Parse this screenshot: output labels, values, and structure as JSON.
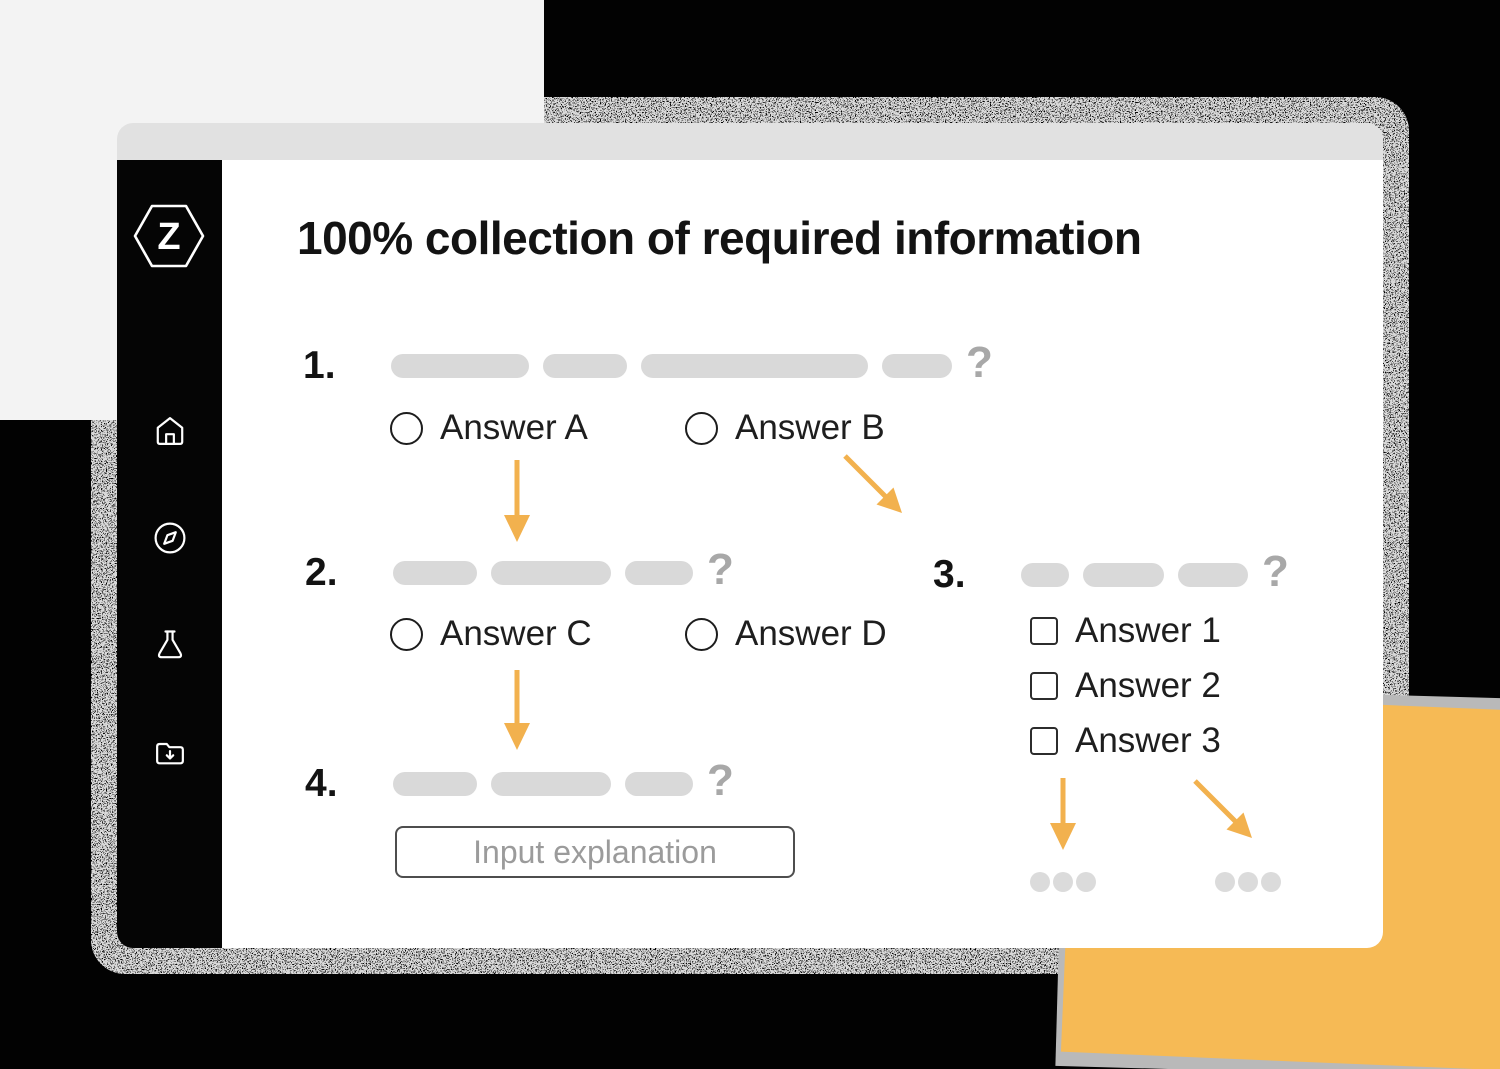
{
  "brand": {
    "logo_letter": "Z",
    "logo_icon": "hexagon-z-logo"
  },
  "sidebar": {
    "icons": [
      {
        "name": "home-icon"
      },
      {
        "name": "compass-icon"
      },
      {
        "name": "flask-icon"
      },
      {
        "name": "folder-download-icon"
      }
    ]
  },
  "main": {
    "heading": "100% collection of required information",
    "questions": [
      {
        "number": "1.",
        "suffix": "?",
        "type": "radio",
        "options": [
          "Answer A",
          "Answer B"
        ]
      },
      {
        "number": "2.",
        "suffix": "?",
        "type": "radio",
        "options": [
          "Answer C",
          "Answer D"
        ]
      },
      {
        "number": "3.",
        "suffix": "?",
        "type": "checkbox",
        "options": [
          "Answer 1",
          "Answer 2",
          "Answer 3"
        ]
      },
      {
        "number": "4.",
        "suffix": "?",
        "type": "text",
        "placeholder": "Input explanation"
      }
    ],
    "branch_arrows": 5,
    "ellipsis_groups": 2,
    "dots_per_group": 3
  },
  "colors": {
    "accent_arrow_orange": "#F2B14E",
    "accent_square_orange": "#F6BA55",
    "skeleton_bar_gray": "#D9D9D9",
    "question_mark_gray": "#A8A8A8",
    "ellipsis_dot_gray": "#DBDBDB",
    "sidebar_black": "#050505",
    "background_gray": "#F3F3F3",
    "window_topbar_gray": "#E1E1E1",
    "card_white": "#FFFFFF"
  }
}
